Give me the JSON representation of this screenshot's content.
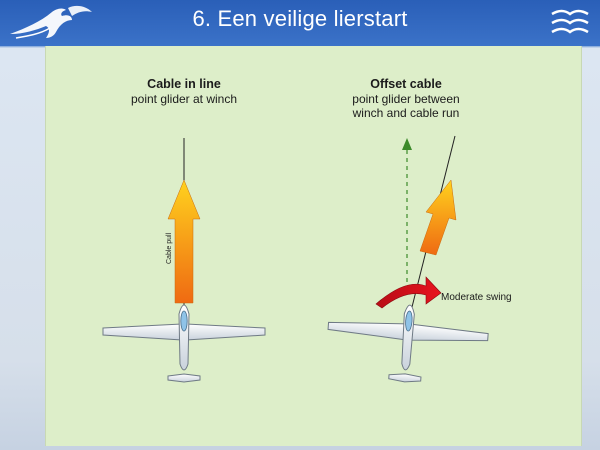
{
  "header": {
    "title": "6. Een veilige lierstart"
  },
  "logos": {
    "left": "pegasus-logo",
    "right": "gliders-emblem"
  },
  "diagram": {
    "left": {
      "heading": "Cable in line",
      "subheading": "point glider at winch",
      "arrow_label": "Cable pull"
    },
    "right": {
      "heading": "Offset cable",
      "subheading_line1": "point glider between",
      "subheading_line2": "winch and cable run",
      "swing_label": "Moderate swing"
    },
    "colors": {
      "panel": "#ddeec9",
      "arrow_top": "#ffd21e",
      "arrow_bottom": "#ef6a12",
      "swing_arrow": "#d4101a",
      "dashed_line": "#3c8a2a"
    }
  }
}
